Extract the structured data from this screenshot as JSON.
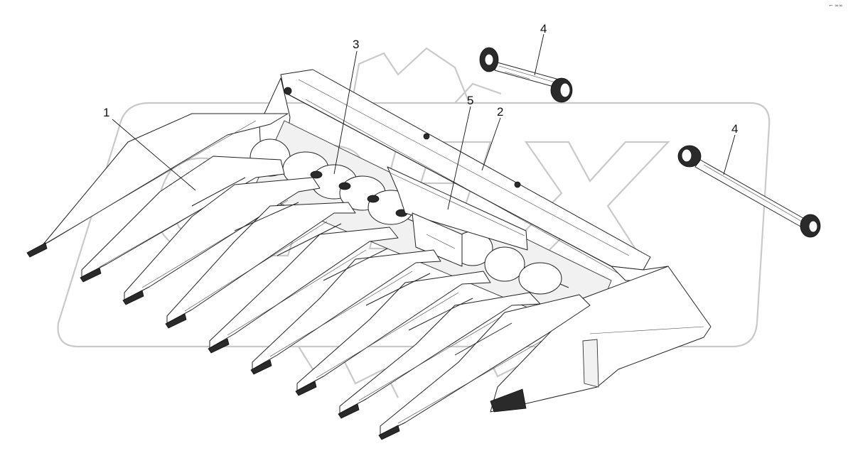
{
  "figure": {
    "callouts": [
      {
        "id": "callout-1",
        "label": "1"
      },
      {
        "id": "callout-3",
        "label": "3"
      },
      {
        "id": "callout-4a",
        "label": "4"
      },
      {
        "id": "callout-5",
        "label": "5"
      },
      {
        "id": "callout-2",
        "label": "2"
      },
      {
        "id": "callout-4b",
        "label": "4"
      }
    ],
    "corner_mark": "⌐ ∞∞"
  },
  "colors": {
    "line": "#222222",
    "watermark": "#c9c9c9",
    "background": "#ffffff"
  }
}
